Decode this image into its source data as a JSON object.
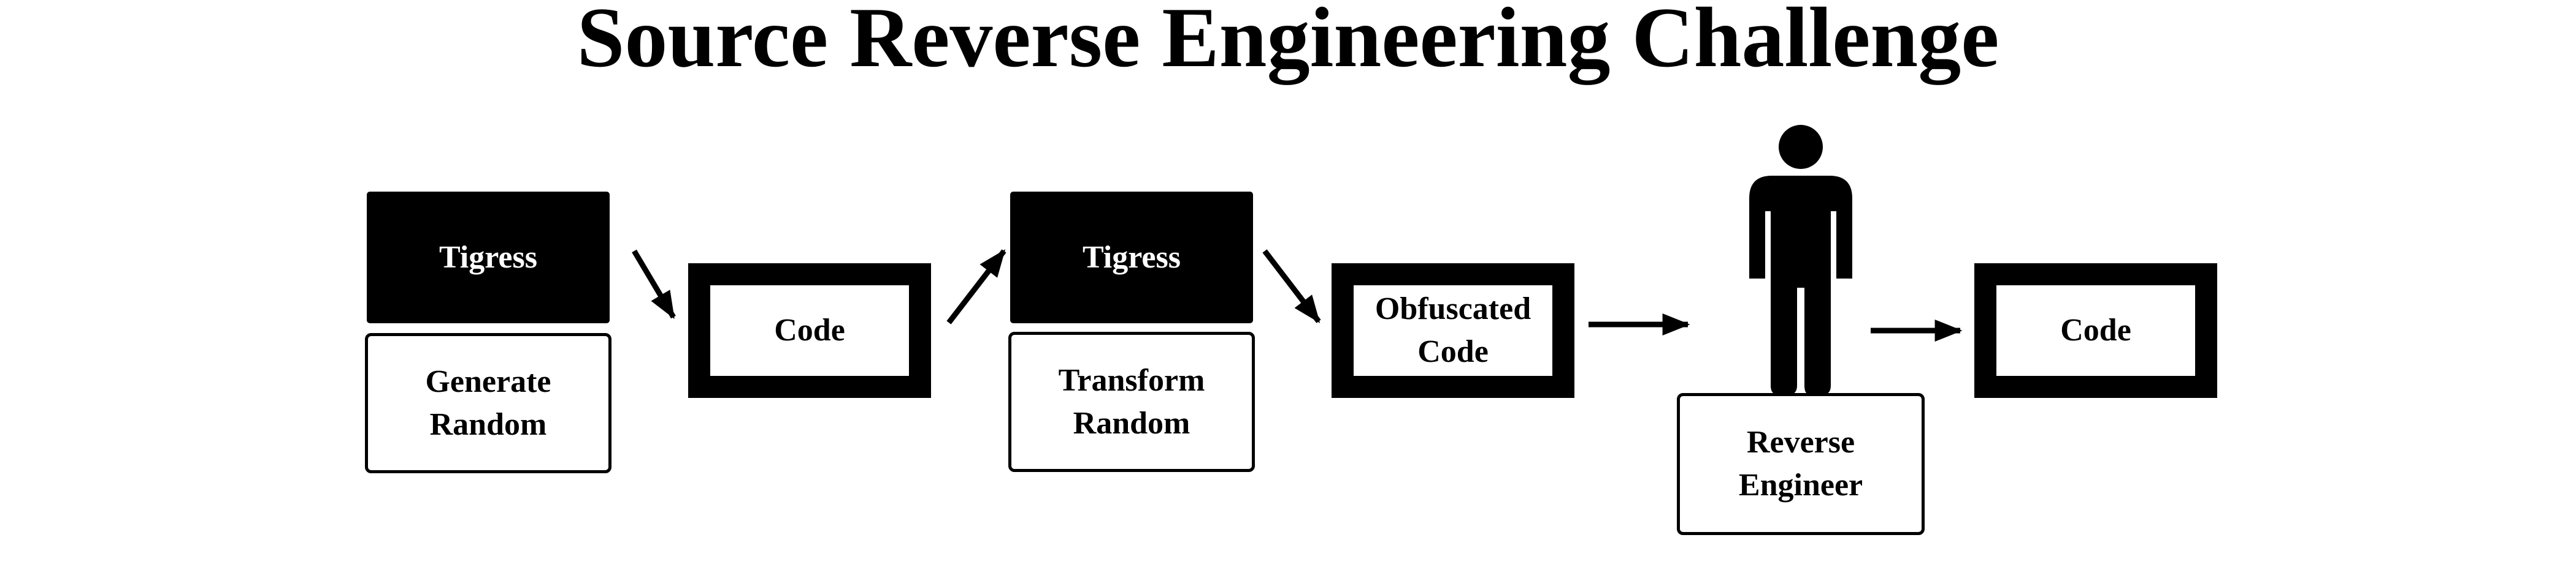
{
  "title": "Source Reverse Engineering Challenge",
  "nodes": {
    "tigress_1": "Tigress",
    "generate_random": "Generate\nRandom",
    "code_1": "Code",
    "tigress_2": "Tigress",
    "transform_random": "Transform\nRandom",
    "obfuscated_code": "Obfuscated\nCode",
    "reverse_engineer": "Reverse\nEngineer",
    "code_2": "Code"
  },
  "icons": {
    "person": "person-icon"
  },
  "colors": {
    "foreground": "#000000",
    "background": "#ffffff"
  }
}
